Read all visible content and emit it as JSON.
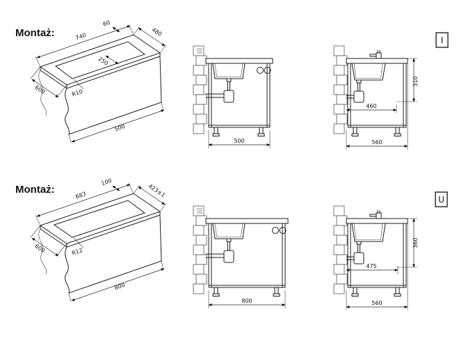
{
  "ink_color": "#111111",
  "background_color": "#ffffff",
  "rows": [
    {
      "label": "Montaż:",
      "type_letter": "I",
      "iso": {
        "back_edge": "740",
        "rim": "60",
        "width_edge": "480",
        "cutout": "250",
        "radius": "R10",
        "left": "600",
        "bottom": "500"
      },
      "front": {
        "width": "500"
      },
      "side": {
        "depth": "310",
        "inner": "460",
        "width": "560"
      }
    },
    {
      "label": "Montaż:",
      "type_letter": "U",
      "iso": {
        "back_edge": "683",
        "rim": "100",
        "width_edge": "423±1",
        "radius": "R12",
        "left": "600",
        "bottom": "800"
      },
      "front": {
        "width": "800"
      },
      "side": {
        "depth": "360",
        "inner": "475",
        "width": "560"
      }
    }
  ]
}
